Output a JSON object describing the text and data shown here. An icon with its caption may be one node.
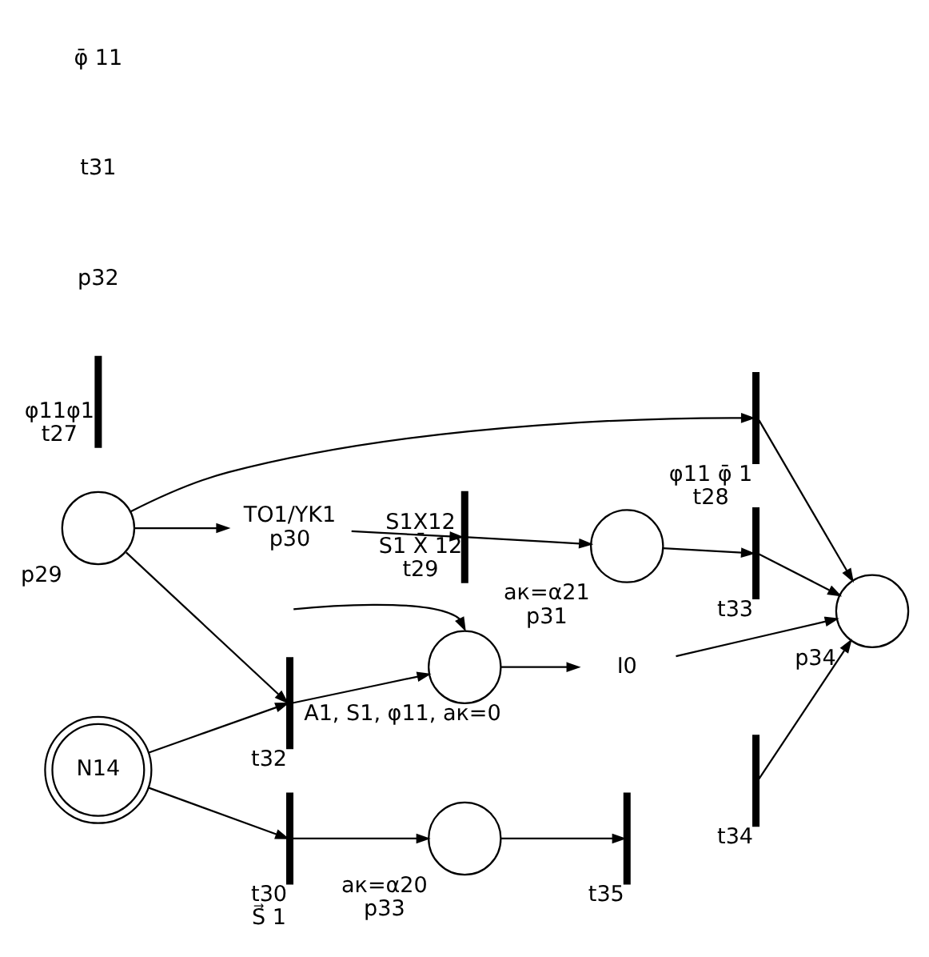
{
  "diagram": {
    "nodes": [
      {
        "text": [],
        "shape": "circle",
        "beside": [
          "p29"
        ]
      },
      {
        "text": [],
        "shape": "bar",
        "beside": [
          "φ11 φ̄ 1",
          "t28"
        ]
      },
      {
        "text": [],
        "shape": "bar",
        "beside": [
          "S1X12",
          "S1 X̄ 12",
          "t29"
        ]
      },
      {
        "text": [
          "TO1/YK1",
          "p30"
        ]
      },
      {
        "text": [],
        "shape": "circle",
        "beside": [
          "aк=α21",
          "p31"
        ]
      },
      {
        "text": [],
        "shape": "bar",
        "beside": [
          "t33"
        ]
      },
      {
        "text": [],
        "shape": "circle",
        "beside": [
          "p34"
        ]
      },
      {
        "text": [],
        "shape": "bar",
        "beside": [
          "t34"
        ]
      },
      {
        "text": [],
        "shape": "bar",
        "beside": [
          "φ11φ1",
          "t27"
        ]
      },
      {
        "text": [
          "N14"
        ]
      },
      {
        "text": [],
        "shape": "bar",
        "beside": [
          "t30",
          "S⃗ 1"
        ]
      },
      {
        "text": [],
        "shape": "circle",
        "beside": [
          "aк=α20",
          "p33"
        ]
      },
      {
        "text": [],
        "shape": "bar",
        "beside": [
          "t35"
        ]
      },
      {
        "text": [],
        "shape": "bar",
        "beside": [
          "t32"
        ]
      },
      {
        "text": [],
        "shape": "circle",
        "beside": [
          "A1, S1, φ11, aк=0"
        ]
      },
      {
        "text": [
          "I0"
        ]
      }
    ],
    "edges": [
      {
        "from": 0,
        "to": 1,
        "arrow": "to"
      },
      {
        "from": 0,
        "to": 3,
        "arrow": "to"
      },
      {
        "from": 0,
        "to": 13,
        "arrow": "to"
      },
      {
        "from": 1,
        "to": 6,
        "arrow": "to"
      },
      {
        "from": 3,
        "to": 2,
        "arrow": "to"
      },
      {
        "from": 2,
        "to": 4,
        "arrow": "to"
      },
      {
        "from": 4,
        "to": 5,
        "arrow": "to"
      },
      {
        "from": 5,
        "to": 6,
        "arrow": "to"
      },
      {
        "from": 7,
        "to": 6,
        "arrow": "to"
      },
      {
        "from": 9,
        "to": 10,
        "arrow": "to"
      },
      {
        "from": 10,
        "to": 11,
        "arrow": "to"
      },
      {
        "from": 11,
        "to": 12,
        "arrow": "to"
      },
      {
        "from": 9,
        "to": 13,
        "arrow": "to"
      },
      {
        "from": 13,
        "to": 14,
        "arrow": "to"
      },
      {
        "from": 14,
        "to": 15,
        "arrow": "to"
      },
      {
        "from": 15,
        "to": 6,
        "arrow": "to"
      },
      {
        "from": null,
        "to": 14,
        "arrow": "to"
      }
    ],
    "labels": [
      "p32",
      "t31",
      "φ̄ 11"
    ]
  }
}
